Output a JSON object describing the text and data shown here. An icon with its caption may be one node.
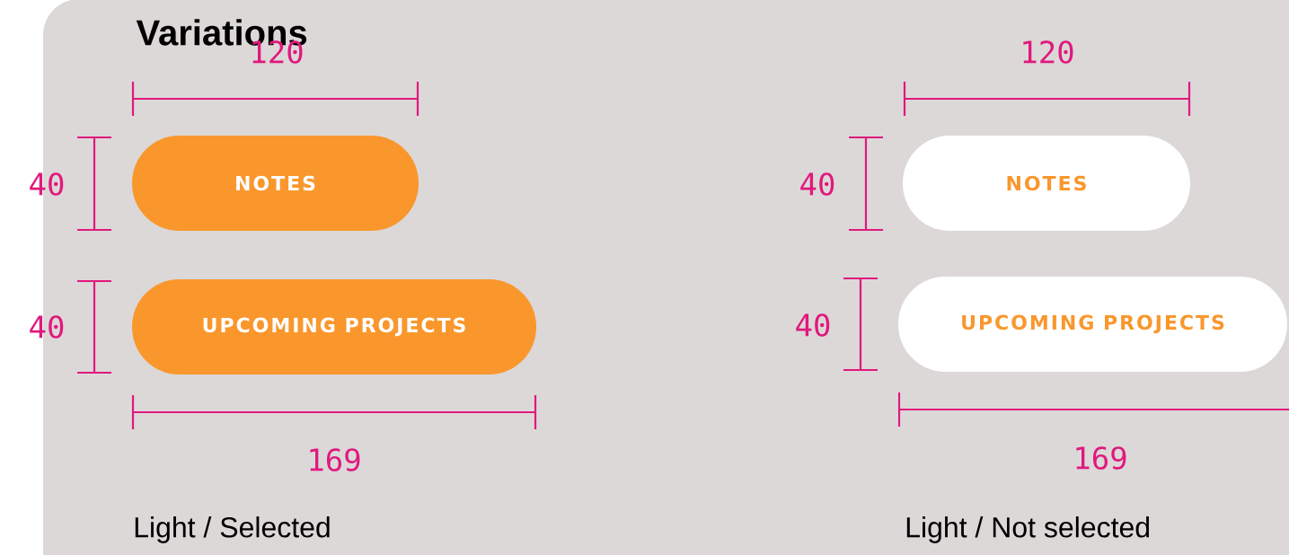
{
  "diagram": {
    "title": "Variations",
    "nodes": [
      {
        "text": [
          "NOTES"
        ]
      },
      {
        "text": [
          "UPCOMING PROJECTS"
        ]
      },
      {
        "text": [
          "NOTES"
        ]
      },
      {
        "text": [
          "UPCOMING PROJECTS"
        ]
      }
    ],
    "labels": [
      "120",
      "120",
      "40",
      "40",
      "40",
      "40",
      "169",
      "169",
      "Light / Selected",
      "Light / Not selected"
    ]
  }
}
